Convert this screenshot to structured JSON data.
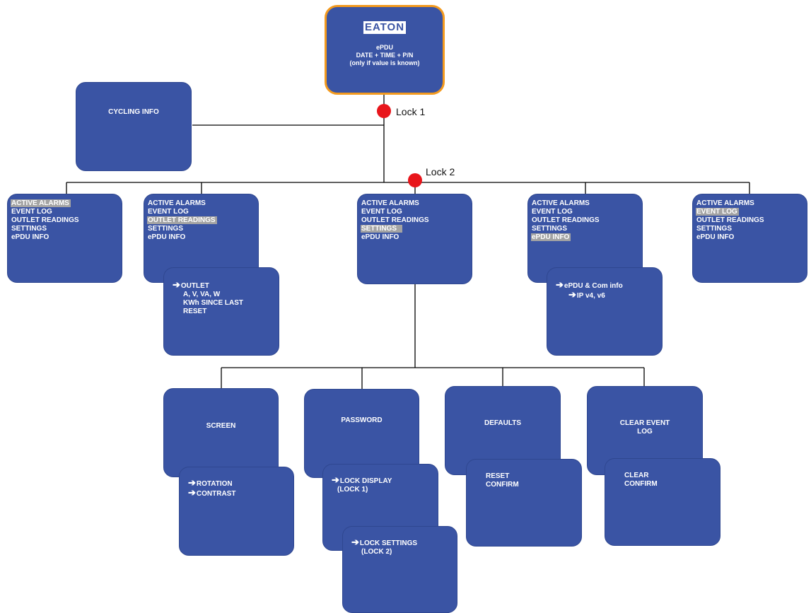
{
  "root": {
    "logo": "EATON",
    "lines": [
      "ePDU",
      "DATE + TIME + P/N",
      "(only if value is known)"
    ]
  },
  "cycling": {
    "label": "CYCLING INFO"
  },
  "locks": {
    "lock1": "Lock 1",
    "lock2": "Lock 2"
  },
  "menu_items": [
    "ACTIVE ALARMS",
    "EVENT LOG",
    "OUTLET READINGS",
    "SETTINGS",
    "ePDU INFO"
  ],
  "menus": [
    {
      "highlight": "ACTIVE ALARMS"
    },
    {
      "highlight": "OUTLET READINGS"
    },
    {
      "highlight": "SETTINGS"
    },
    {
      "highlight": "ePDU INFO"
    },
    {
      "highlight": "EVENT LOG"
    }
  ],
  "outlet_detail": {
    "line1": "OUTLET",
    "line2": "A, V, VA, W",
    "line3": "KWh SINCE LAST",
    "line4": "RESET"
  },
  "epdu_detail": {
    "line1": "ePDU & Com info",
    "line2": "IP v4, v6"
  },
  "settings": {
    "screen": {
      "label": "SCREEN",
      "items": [
        "ROTATION",
        "CONTRAST"
      ]
    },
    "password": {
      "label": "PASSWORD",
      "item1": "LOCK DISPLAY",
      "item1b": "(LOCK 1)",
      "item2": "LOCK SETTINGS",
      "item2b": "(LOCK 2)"
    },
    "defaults": {
      "label": "DEFAULTS",
      "item1": "RESET",
      "item2": "CONFIRM"
    },
    "clear": {
      "label1": "CLEAR EVENT",
      "label2": "LOG",
      "item1": "CLEAR",
      "item2": "CONFIRM"
    }
  },
  "colors": {
    "box": "#3a54a4",
    "accent": "#f39a1e",
    "lock_dot": "#e8151b",
    "highlight": "#a3a3a3"
  }
}
